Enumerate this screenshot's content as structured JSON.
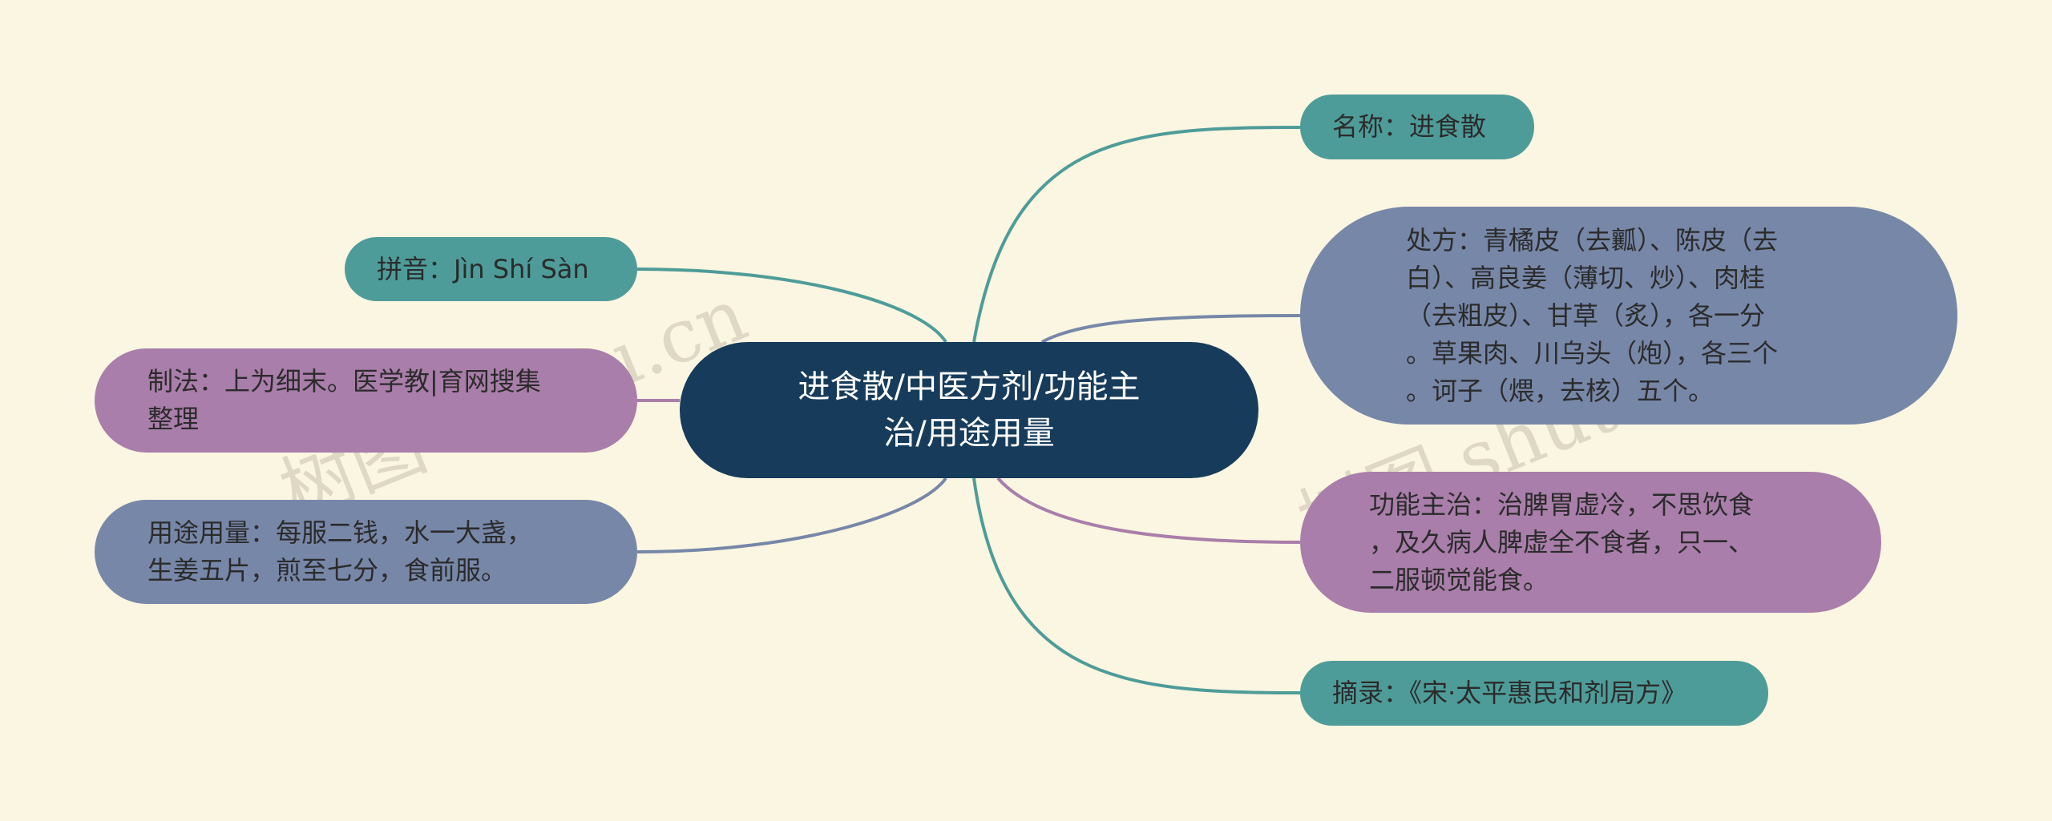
{
  "center": {
    "line1": "进食散/中医方剂/功能主",
    "line2": "治/用途用量"
  },
  "branches": {
    "pinyin": "拼音：Jìn Shí Sàn",
    "zhifa": {
      "line1": "制法：上为细末。医学教|育网搜集",
      "line2": "整理"
    },
    "yongtu": {
      "line1": "用途用量：每服二钱，水一大盏，",
      "line2": "生姜五片，煎至七分，食前服。"
    },
    "mingcheng": "名称：进食散",
    "chufang": {
      "line1": "处方：青橘皮（去瓤）、陈皮（去",
      "line2": "白）、高良姜（薄切、炒）、肉桂",
      "line3": "（去粗皮）、甘草（炙），各一分",
      "line4": "。草果肉、川乌头（炮），各三个",
      "line5": "。诃子（煨，去核）五个。"
    },
    "gongneng": {
      "line1": "功能主治：治脾胃虚冷，不思饮食",
      "line2": "，及久病人脾虚全不食者，只一、",
      "line3": "二服顿觉能食。"
    },
    "zhailu": "摘录：《宋·太平惠民和剂局方》"
  },
  "watermark": {
    "left": "树图 shutu.cn",
    "right": "树图 shutu.cn"
  },
  "colors": {
    "background": "#fbf6e1",
    "center": "#173c5b",
    "teal": "#4e9c99",
    "slate": "#7787a8",
    "mauve": "#a97eaa"
  }
}
